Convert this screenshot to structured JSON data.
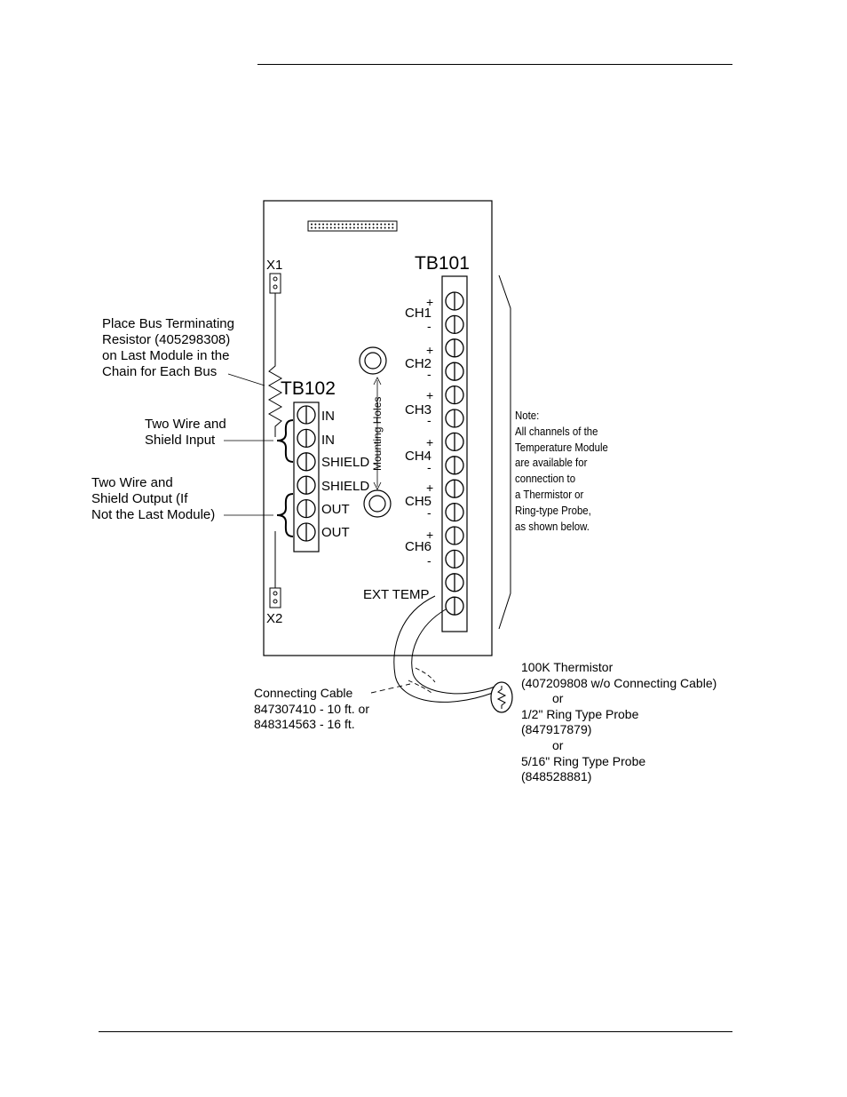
{
  "board": {
    "tb101": "TB101",
    "tb102": "TB102",
    "x1": "X1",
    "x2": "X2",
    "mounting_holes": "Mounting Holes",
    "tb101_channels": [
      {
        "label": "CH1",
        "plus": "+",
        "minus": "-"
      },
      {
        "label": "CH2",
        "plus": "+",
        "minus": "-"
      },
      {
        "label": "CH3",
        "plus": "+",
        "minus": "-"
      },
      {
        "label": "CH4",
        "plus": "+",
        "minus": "-"
      },
      {
        "label": "CH5",
        "plus": "+",
        "minus": "-"
      },
      {
        "label": "CH6",
        "plus": "+",
        "minus": "-"
      }
    ],
    "ext_temp": "EXT TEMP",
    "tb102_terminals": [
      "IN",
      "IN",
      "SHIELD",
      "SHIELD",
      "OUT",
      "OUT"
    ]
  },
  "callouts": {
    "resistor": [
      "Place Bus Terminating",
      "Resistor (405298308)",
      "on Last Module in the",
      "Chain for Each Bus"
    ],
    "input": [
      "Two Wire and",
      "Shield Input"
    ],
    "output": [
      "Two Wire and",
      "Shield Output (If",
      "Not the Last Module)"
    ],
    "note": [
      "Note:",
      "All channels of the",
      "Temperature Module",
      "are available for",
      "connection to",
      "a Thermistor or",
      "Ring-type Probe,",
      "as shown below."
    ],
    "cable": [
      "Connecting Cable",
      "847307410 - 10 ft. or",
      "848314563 - 16 ft."
    ],
    "probe": [
      "100K Thermistor",
      "(407209808 w/o Connecting Cable)",
      "or",
      "1/2\" Ring Type Probe",
      "(847917879)",
      "or",
      "5/16\" Ring Type Probe",
      "(848528881)"
    ]
  }
}
